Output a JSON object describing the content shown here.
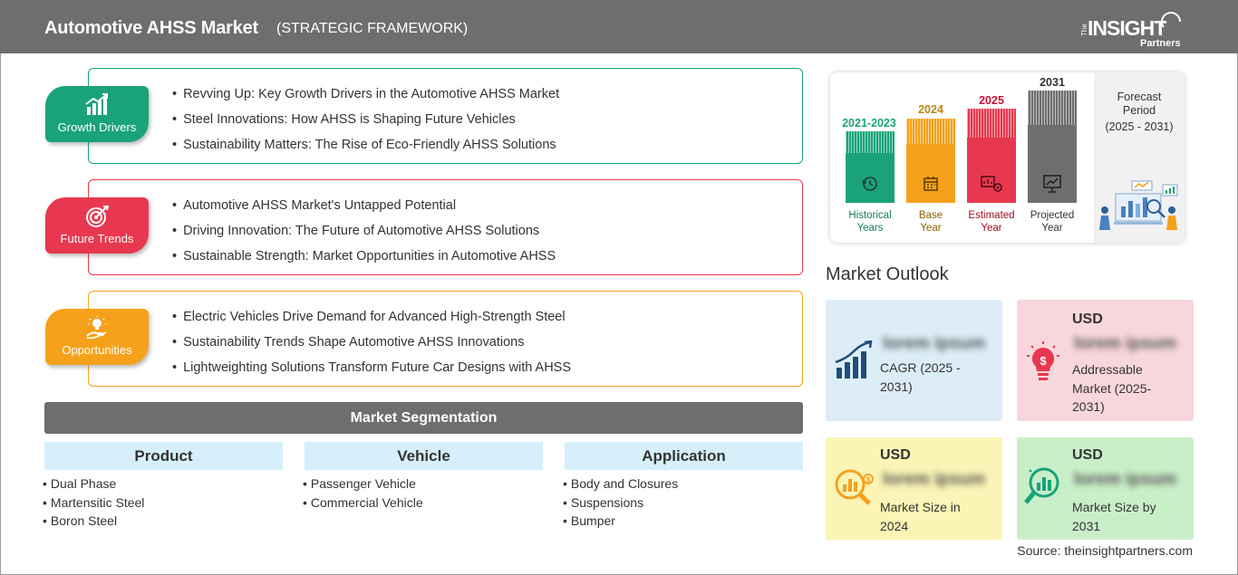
{
  "header": {
    "title": "Automotive AHSS Market",
    "subtitle": "(STRATEGIC FRAMEWORK)",
    "logo": {
      "the": "The",
      "main": "INSIGHT",
      "partners": "Partners"
    }
  },
  "framework": [
    {
      "label": "Growth Drivers",
      "color": "#1aa37a",
      "icon": "bar-growth-icon",
      "items": [
        "Revving Up: Key Growth Drivers in the Automotive AHSS Market",
        "Steel Innovations: How AHSS is Shaping Future Vehicles",
        "Sustainability Matters: The Rise of Eco-Friendly AHSS Solutions"
      ]
    },
    {
      "label": "Future Trends",
      "color": "#e8384f",
      "icon": "target-icon",
      "items": [
        "Automotive AHSS Market's Untapped Potential",
        "Driving Innovation: The Future of Automotive AHSS Solutions",
        "Sustainable Strength: Market Opportunities in Automotive AHSS"
      ]
    },
    {
      "label": "Opportunities",
      "color": "#f5a11b",
      "icon": "lightbulb-hand-icon",
      "items": [
        "Electric Vehicles Drive Demand for Advanced High-Strength Steel",
        "Sustainability Trends Shape Automotive AHSS Innovations",
        "Lightweighting Solutions Transform Future Car Designs with AHSS"
      ]
    }
  ],
  "segmentation": {
    "title": "Market Segmentation",
    "columns": [
      {
        "heading": "Product",
        "items": [
          "Dual Phase",
          "Martensitic Steel",
          "Boron Steel"
        ]
      },
      {
        "heading": "Vehicle",
        "items": [
          "Passenger Vehicle",
          "Commercial Vehicle"
        ]
      },
      {
        "heading": "Application",
        "items": [
          "Body and Closures",
          "Suspensions",
          "Bumper"
        ]
      }
    ]
  },
  "timeline": {
    "bars": [
      {
        "year": "2021-2023",
        "caption1": "Historical",
        "caption2": "Years",
        "color": "#1aa37a",
        "icon": "history-clock-icon"
      },
      {
        "year": "2024",
        "caption1": "Base",
        "caption2": "Year",
        "color": "#f5a11b",
        "icon": "calendar-icon"
      },
      {
        "year": "2025",
        "caption1": "Estimated",
        "caption2": "Year",
        "color": "#e8384f",
        "icon": "estimate-gear-icon"
      },
      {
        "year": "2031",
        "caption1": "Projected",
        "caption2": "Year",
        "color": "#6d6e70",
        "icon": "projection-board-icon"
      }
    ],
    "forecast": {
      "line1": "Forecast",
      "line2": "Period",
      "line3": "(2025 - 2031)"
    },
    "year_colors": {
      "2021-2023": "#1aa37a",
      "2024": "#b8860b",
      "2025": "#c8102e",
      "2031": "#333333"
    }
  },
  "outlook": {
    "title": "Market Outlook",
    "cards": [
      {
        "usd": "",
        "value": "lorem ipsum",
        "desc1": "CAGR (2025 -",
        "desc2": "2031)",
        "desc3": "",
        "bg": "#dcedf8",
        "icon": "growth-chart-icon",
        "accent": "#1f4e79"
      },
      {
        "usd": "USD",
        "value": "lorem ipsum",
        "desc1": "Addressable",
        "desc2": "Market (2025-",
        "desc3": "2031)",
        "bg": "#f8d7dc",
        "icon": "dollar-bulb-icon",
        "accent": "#e8384f"
      },
      {
        "usd": "USD",
        "value": "lorem ipsum",
        "desc1": "Market Size in",
        "desc2": "2024",
        "desc3": "",
        "bg": "#fbf4b5",
        "icon": "magnifier-chart-icon",
        "accent": "#f5a11b"
      },
      {
        "usd": "USD",
        "value": "lorem ipsum",
        "desc1": "Market Size by",
        "desc2": "2031",
        "desc3": "",
        "bg": "#c9efc8",
        "icon": "magnifier-bars-icon",
        "accent": "#1aa37a"
      }
    ]
  },
  "source": "Source: theinsightpartners.com"
}
